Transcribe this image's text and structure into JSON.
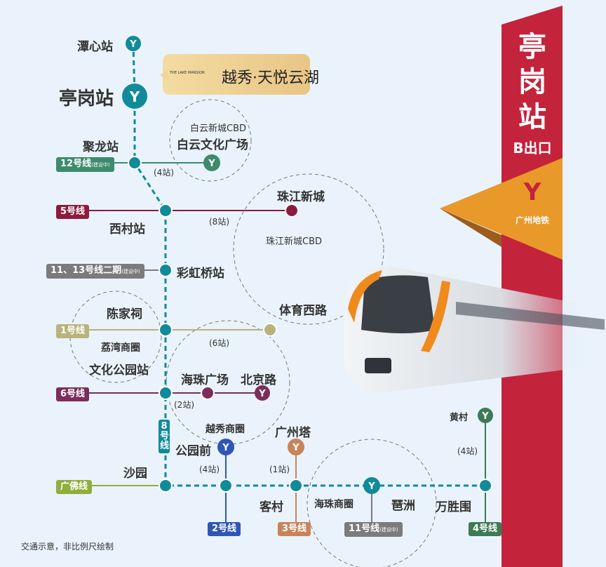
{
  "banner": {
    "station": "亭岗站",
    "exit": "B出口",
    "brand": "广州地铁",
    "station_chars": [
      "亭",
      "岗",
      "站"
    ]
  },
  "promo": {
    "logo_text": "THE LAKE MANSION",
    "title": "越秀·天悦云湖"
  },
  "stations": {
    "qianxin": "潭心站",
    "tinggang": "亭岗站",
    "julong": "聚龙站",
    "xicun": "西村站",
    "caihongqiao": "彩虹桥站",
    "chenjiaci": "陈家祠",
    "wenhuagongyuan": "文化公园站",
    "shayuan": "沙园",
    "baiyun": "白云文化广场",
    "zhujiangxincheng": "珠江新城",
    "tiyuxilu": "体育西路",
    "haizhuguangchang": "海珠广场",
    "beijinglu": "北京路",
    "gongyuanqian": "公园前",
    "guangzhouta": "广州塔",
    "kecun": "客村",
    "pazhou": "琶洲",
    "wanshengwei": "万胜围",
    "huangcun": "黄村"
  },
  "areas": {
    "baiyun_cbd": "白云新城CBD",
    "zhujiang_cbd": "珠江新城CBD",
    "liwan": "荔湾商圈",
    "yuexiu": "越秀商圈",
    "haizhu": "海珠商圈"
  },
  "counts": {
    "l12": "(4站)",
    "l5": "(8站)",
    "l1": "(6站)",
    "l6": "(2站)",
    "l2": "(4站)",
    "l3": "(1站)",
    "l4": "(4站)"
  },
  "lines": {
    "l12": {
      "label": "12号线",
      "note": "(建设中)",
      "color": "#3e8a6c"
    },
    "l5": {
      "label": "5号线",
      "color": "#8c1b3d"
    },
    "l11_13": {
      "label": "11、13号线二期",
      "note": "(建设中)",
      "color": "#7b7b7b"
    },
    "l1": {
      "label": "1号线",
      "color": "#b8b27c"
    },
    "l6": {
      "label": "6号线",
      "color": "#7b2d5c"
    },
    "l8": {
      "label": "8号线",
      "color": "#118a9a"
    },
    "gf": {
      "label": "广佛线",
      "color": "#8fae3c"
    },
    "l2": {
      "label": "2号线",
      "color": "#2f56b6"
    },
    "l3": {
      "label": "3号线",
      "color": "#c7845b"
    },
    "l11": {
      "label": "11号线",
      "note": "(建设中)",
      "color": "#7b7b7b"
    },
    "l4": {
      "label": "4号线",
      "color": "#3e7a56"
    }
  },
  "footnote": "交通示意，非比例尺绘制"
}
